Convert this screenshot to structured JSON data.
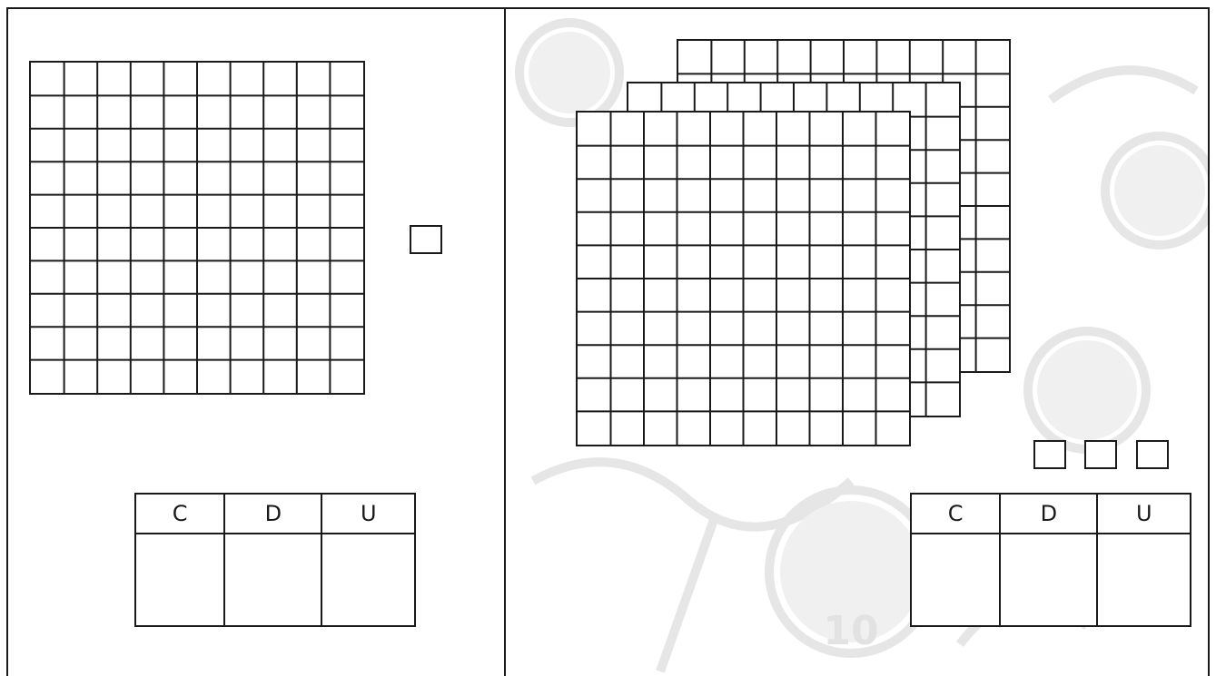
{
  "left_panel": {
    "hundred_flats": 1,
    "ten_rods": 0,
    "unit_cubes": 1,
    "grid_size": 10,
    "place_value_table": {
      "headers": [
        "C",
        "D",
        "U"
      ],
      "answers": [
        "",
        "",
        ""
      ]
    }
  },
  "right_panel": {
    "hundred_flats": 3,
    "ten_rods": 0,
    "unit_cubes": 3,
    "grid_size": 10,
    "place_value_table": {
      "headers": [
        "C",
        "D",
        "U"
      ],
      "answers": [
        "",
        "",
        ""
      ]
    },
    "background_illustration": "children-playing-watermark",
    "jersey_number": "10"
  },
  "colors": {
    "ink": "#1a1a1a",
    "watermark": "#ececec",
    "paper": "#ffffff"
  }
}
